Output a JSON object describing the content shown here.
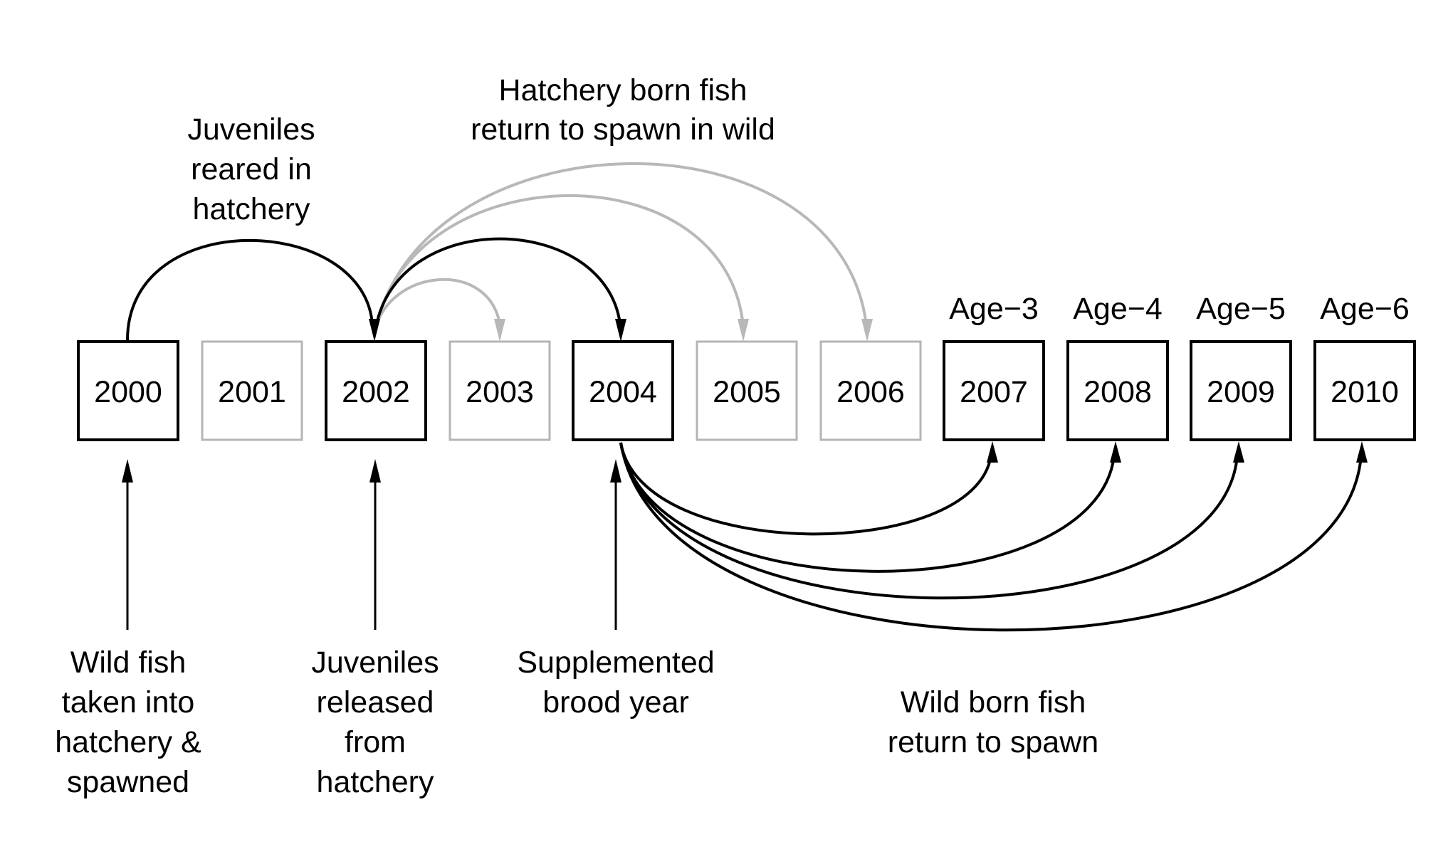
{
  "years": [
    "2000",
    "2001",
    "2002",
    "2003",
    "2004",
    "2005",
    "2006",
    "2007",
    "2008",
    "2009",
    "2010"
  ],
  "active_years": [
    "2000",
    "2002",
    "2004",
    "2007",
    "2008",
    "2009",
    "2010"
  ],
  "age_labels": [
    "Age−3",
    "Age−4",
    "Age−5",
    "Age−6"
  ],
  "annotations": {
    "reared": [
      "Juveniles",
      "reared in",
      "hatchery"
    ],
    "hatchery_return": [
      "Hatchery born fish",
      "return to spawn in wild"
    ],
    "wild_taken": [
      "Wild fish",
      "taken into",
      "hatchery &",
      "spawned"
    ],
    "released": [
      "Juveniles",
      "released",
      "from",
      "hatchery"
    ],
    "brood_year": [
      "Supplemented",
      "brood year"
    ],
    "wild_return": [
      "Wild born fish",
      "return to spawn"
    ]
  },
  "colors": {
    "dark": "#000000",
    "light": "#b8b8b8"
  }
}
